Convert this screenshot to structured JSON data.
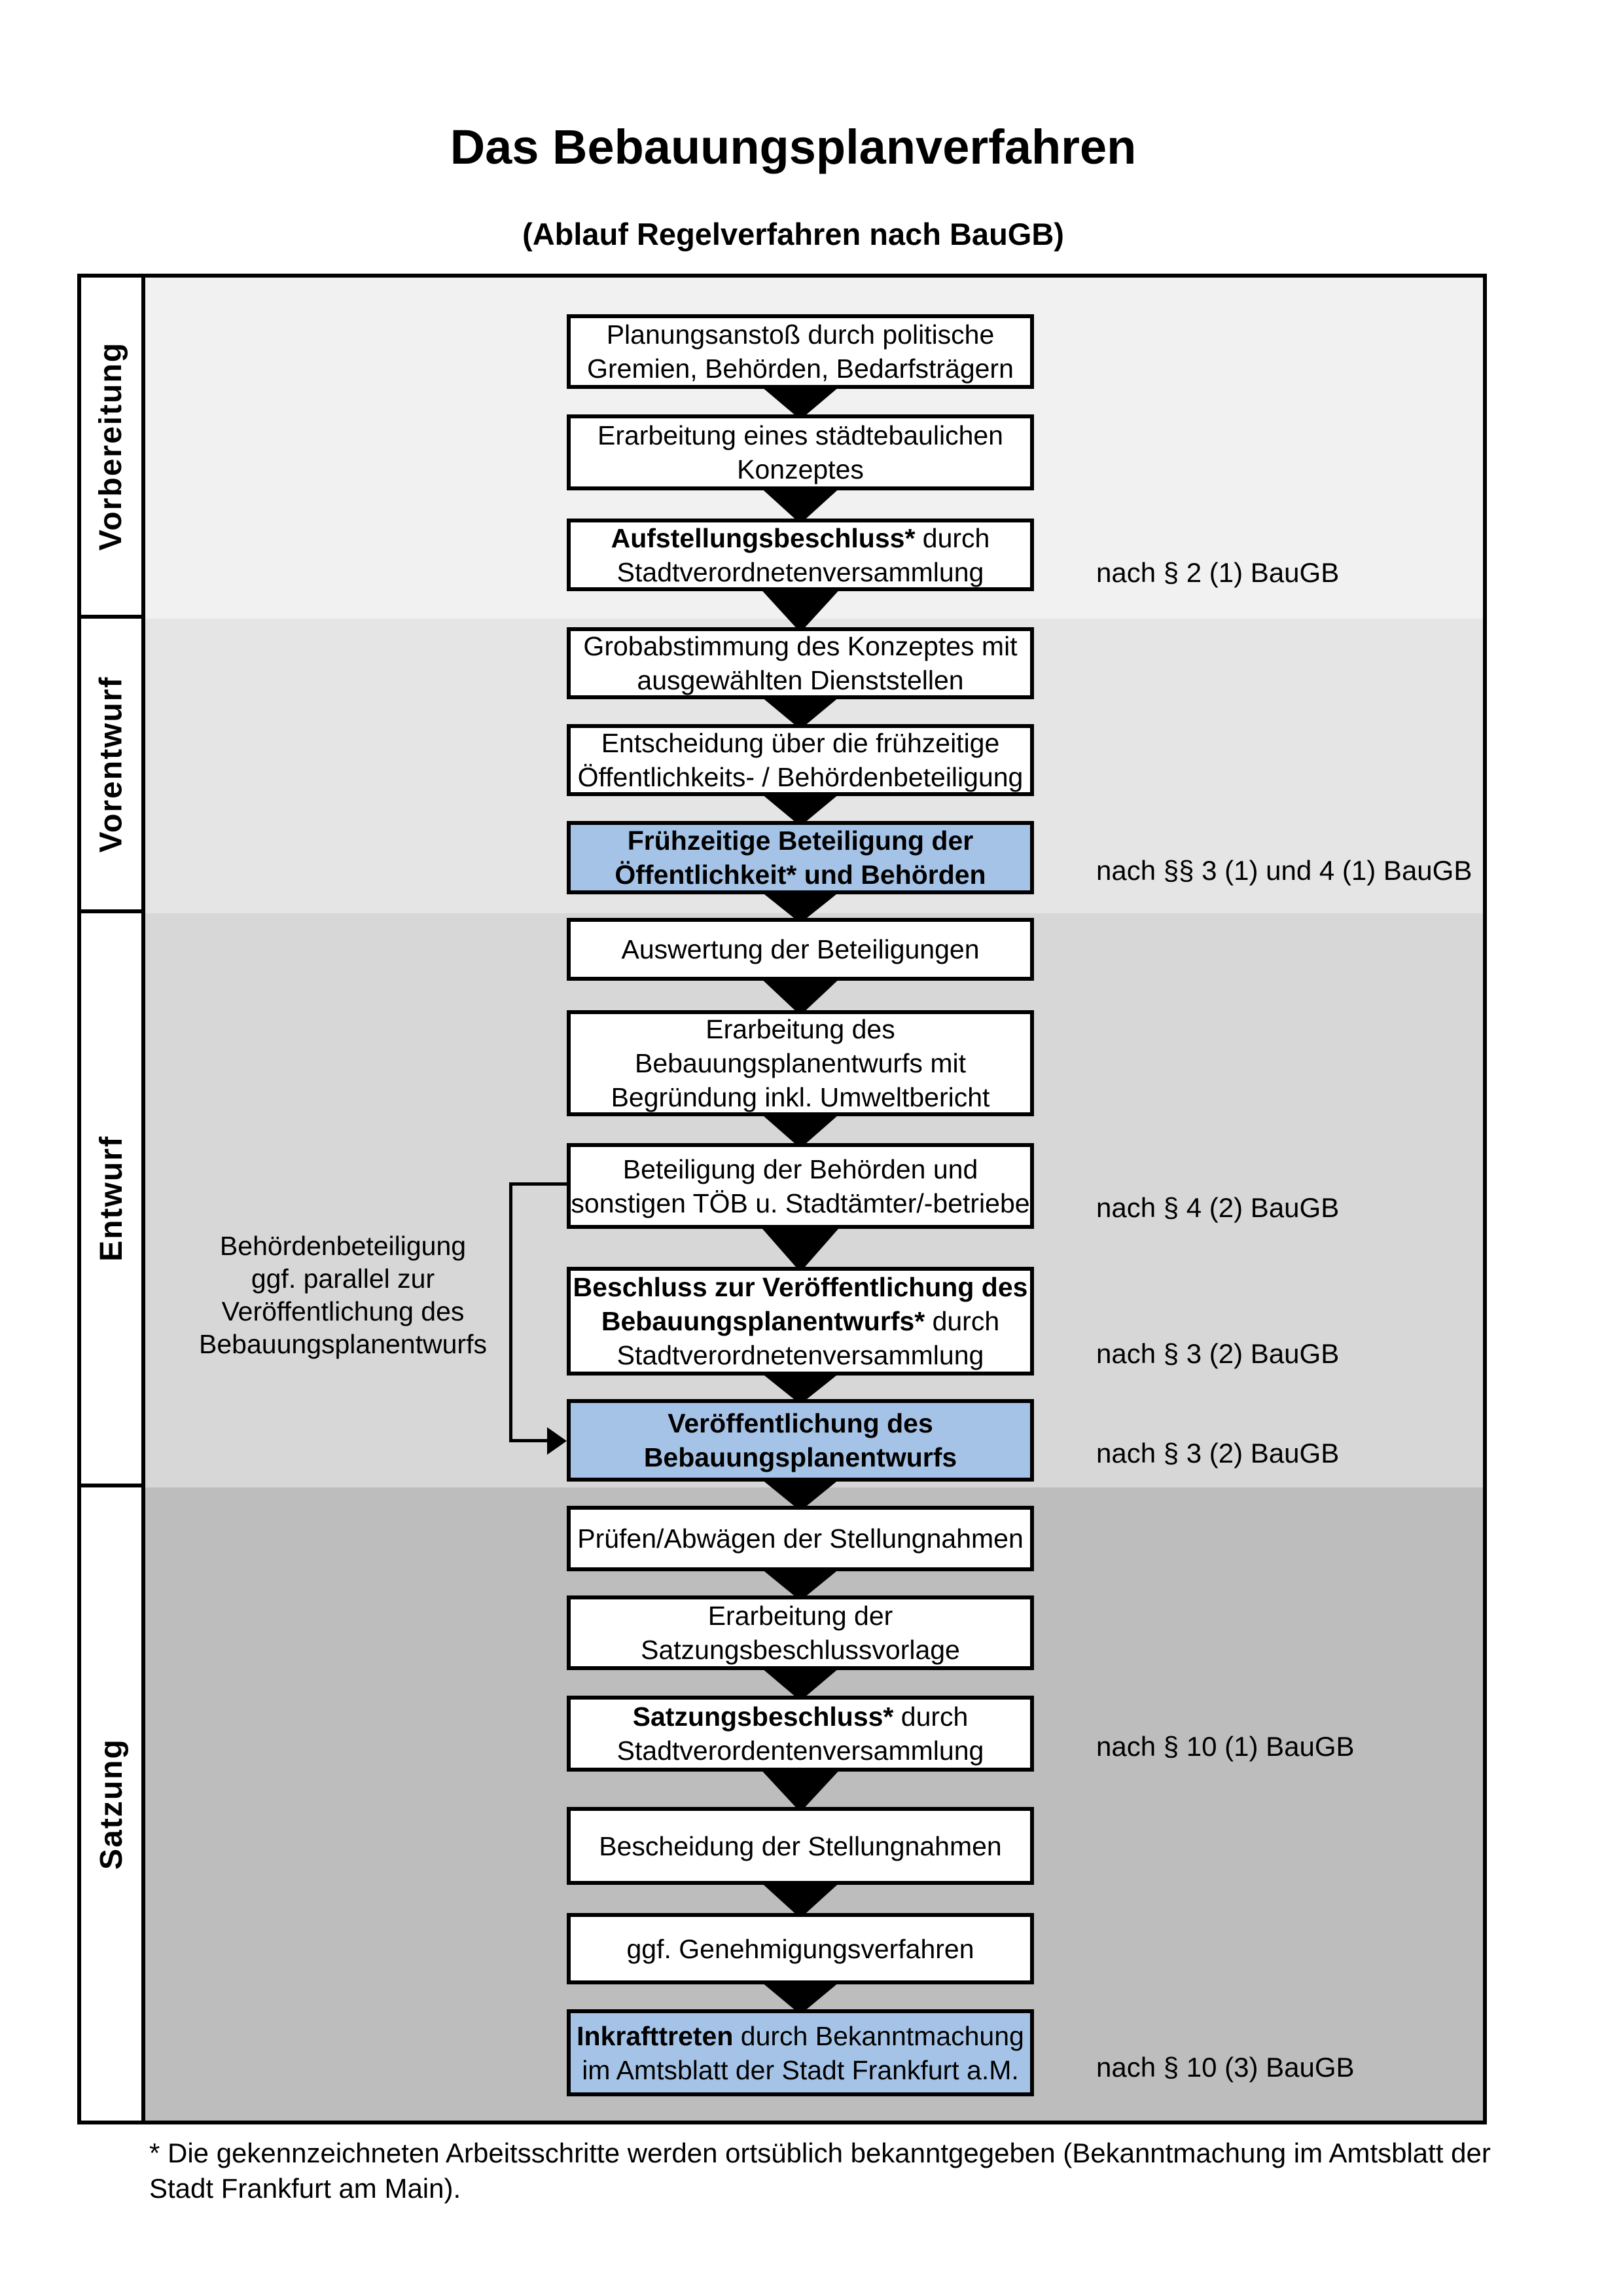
{
  "title": "Das Bebauungsplanverfahren",
  "subtitle": "(Ablauf Regelverfahren nach BauGB)",
  "sections": [
    {
      "label": "Vorbereitung"
    },
    {
      "label": "Vorentwurf"
    },
    {
      "label": "Entwurf"
    },
    {
      "label": "Satzung"
    }
  ],
  "colors": {
    "section1_bg": "#f1f1f1",
    "section2_bg": "#e5e5e5",
    "section3_bg": "#d7d7d7",
    "section4_bg": "#bdbdbd",
    "highlight_blue": "#a5c3e7",
    "line_black": "#000000"
  },
  "boxes": [
    {
      "lines": [
        {
          "b": "",
          "r": "Planungsanstoß durch politische"
        },
        {
          "b": "",
          "r": "Gremien, Behörden, Bedarfsträgern"
        }
      ]
    },
    {
      "lines": [
        {
          "b": "",
          "r": "Erarbeitung eines städtebaulichen"
        },
        {
          "b": "",
          "r": "Konzeptes"
        }
      ]
    },
    {
      "lines": [
        {
          "b": "Aufstellungsbeschluss*",
          "r": " durch"
        },
        {
          "b": "",
          "r": "Stadtverordnetenversammlung"
        }
      ]
    },
    {
      "lines": [
        {
          "b": "",
          "r": "Grobabstimmung des Konzeptes mit"
        },
        {
          "b": "",
          "r": "ausgewählten Dienststellen"
        }
      ]
    },
    {
      "lines": [
        {
          "b": "",
          "r": "Entscheidung über die frühzeitige"
        },
        {
          "b": "",
          "r": "Öffentlichkeits- / Behördenbeteiligung"
        }
      ]
    },
    {
      "lines": [
        {
          "b": "Frühzeitige Beteiligung der",
          "r": ""
        },
        {
          "b": "Öffentlichkeit* und Behörden",
          "r": ""
        }
      ]
    },
    {
      "lines": [
        {
          "b": "",
          "r": "Auswertung der Beteiligungen"
        }
      ]
    },
    {
      "lines": [
        {
          "b": "",
          "r": "Erarbeitung des"
        },
        {
          "b": "",
          "r": "Bebauungsplanentwurfs mit"
        },
        {
          "b": "",
          "r": "Begründung inkl. Umweltbericht"
        }
      ]
    },
    {
      "lines": [
        {
          "b": "",
          "r": "Beteiligung der Behörden und"
        },
        {
          "b": "",
          "r": "sonstigen TÖB u. Stadtämter/-betriebe"
        }
      ]
    },
    {
      "lines": [
        {
          "b": "Beschluss zur Veröffentlichung des",
          "r": ""
        },
        {
          "b": "Bebauungsplanentwurfs*",
          "r": " durch"
        },
        {
          "b": "",
          "r": "Stadtverordnetenversammlung"
        }
      ]
    },
    {
      "lines": [
        {
          "b": "Veröffentlichung des",
          "r": ""
        },
        {
          "b": "Bebauungsplanentwurfs",
          "r": ""
        }
      ]
    },
    {
      "lines": [
        {
          "b": "",
          "r": "Prüfen/Abwägen der Stellungnahmen"
        }
      ]
    },
    {
      "lines": [
        {
          "b": "",
          "r": "Erarbeitung der"
        },
        {
          "b": "",
          "r": "Satzungsbeschlussvorlage"
        }
      ]
    },
    {
      "lines": [
        {
          "b": "Satzungsbeschluss*",
          "r": " durch"
        },
        {
          "b": "",
          "r": "Stadtverordentenversammlung"
        }
      ]
    },
    {
      "lines": [
        {
          "b": "",
          "r": "Bescheidung der Stellungnahmen"
        }
      ]
    },
    {
      "lines": [
        {
          "b": "",
          "r": "ggf. Genehmigungsverfahren"
        }
      ]
    },
    {
      "lines": [
        {
          "b": "Inkrafttreten",
          "r": " durch Bekanntmachung"
        },
        {
          "b": "",
          "r": "im Amtsblatt der Stadt Frankfurt a.M."
        }
      ]
    }
  ],
  "refs": [
    {
      "text": "nach § 2 (1) BauGB"
    },
    {
      "text": "nach §§ 3 (1) und 4 (1) BauGB"
    },
    {
      "text": "nach § 4 (2) BauGB"
    },
    {
      "text": "nach § 3 (2) BauGB"
    },
    {
      "text": "nach § 3 (2) BauGB"
    },
    {
      "text": "nach § 10 (1) BauGB"
    },
    {
      "text": "nach § 10 (3) BauGB"
    }
  ],
  "side_note": {
    "lines": [
      "Behördenbeteiligung",
      "ggf. parallel zur",
      "Veröffentlichung des",
      "Bebauungsplanentwurfs"
    ]
  },
  "footnote": "* Die gekennzeichneten Arbeitsschritte werden ortsüblich bekanntgegeben (Bekanntmachung im Amtsblatt der Stadt Frankfurt am Main)."
}
